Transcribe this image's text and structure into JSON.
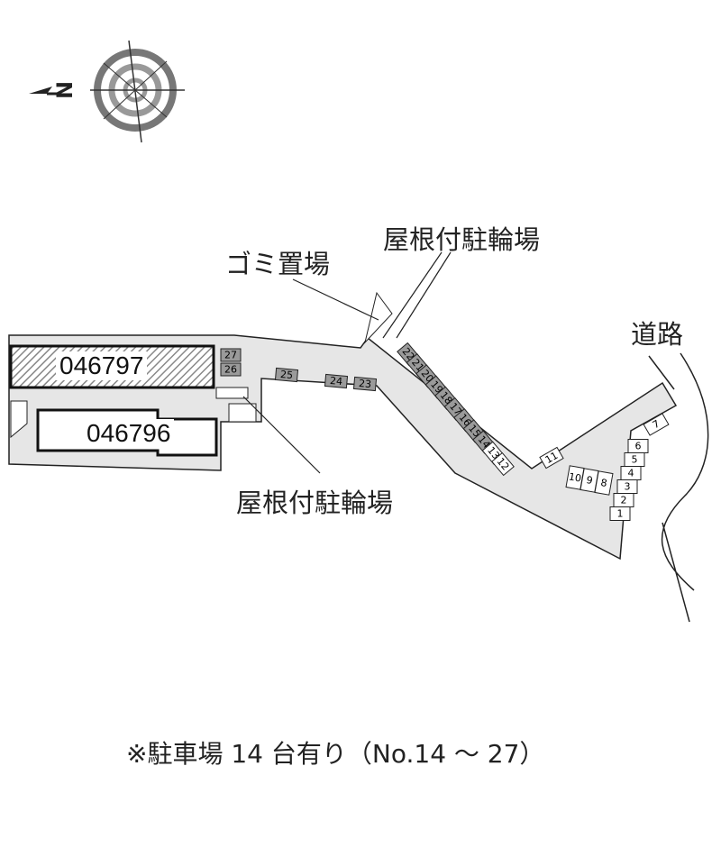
{
  "labels": {
    "garbage": "ゴミ置場",
    "bike_top": "屋根付駐輪場",
    "bike_bottom": "屋根付駐輪場",
    "road": "道路",
    "compass": "N"
  },
  "buildings": {
    "upper": "046797",
    "lower": "046796"
  },
  "parking": {
    "left_stack": [
      "27",
      "26"
    ],
    "top_row": [
      "25",
      "24",
      "23"
    ],
    "diagonal": [
      "22",
      "21",
      "20",
      "19",
      "18",
      "17",
      "16",
      "15",
      "14",
      "13",
      "12"
    ],
    "middle": [
      "11"
    ],
    "bottom_row": [
      "10",
      "9",
      "8"
    ],
    "right_column": [
      "6",
      "5",
      "4",
      "3",
      "2",
      "1"
    ],
    "right_top": [
      "7"
    ]
  },
  "footer": "※駐車場 14 台有り（No.14 ～ 27）",
  "colors": {
    "lot": "#e6e6e6",
    "line": "#222222",
    "hatch": "#888888"
  }
}
